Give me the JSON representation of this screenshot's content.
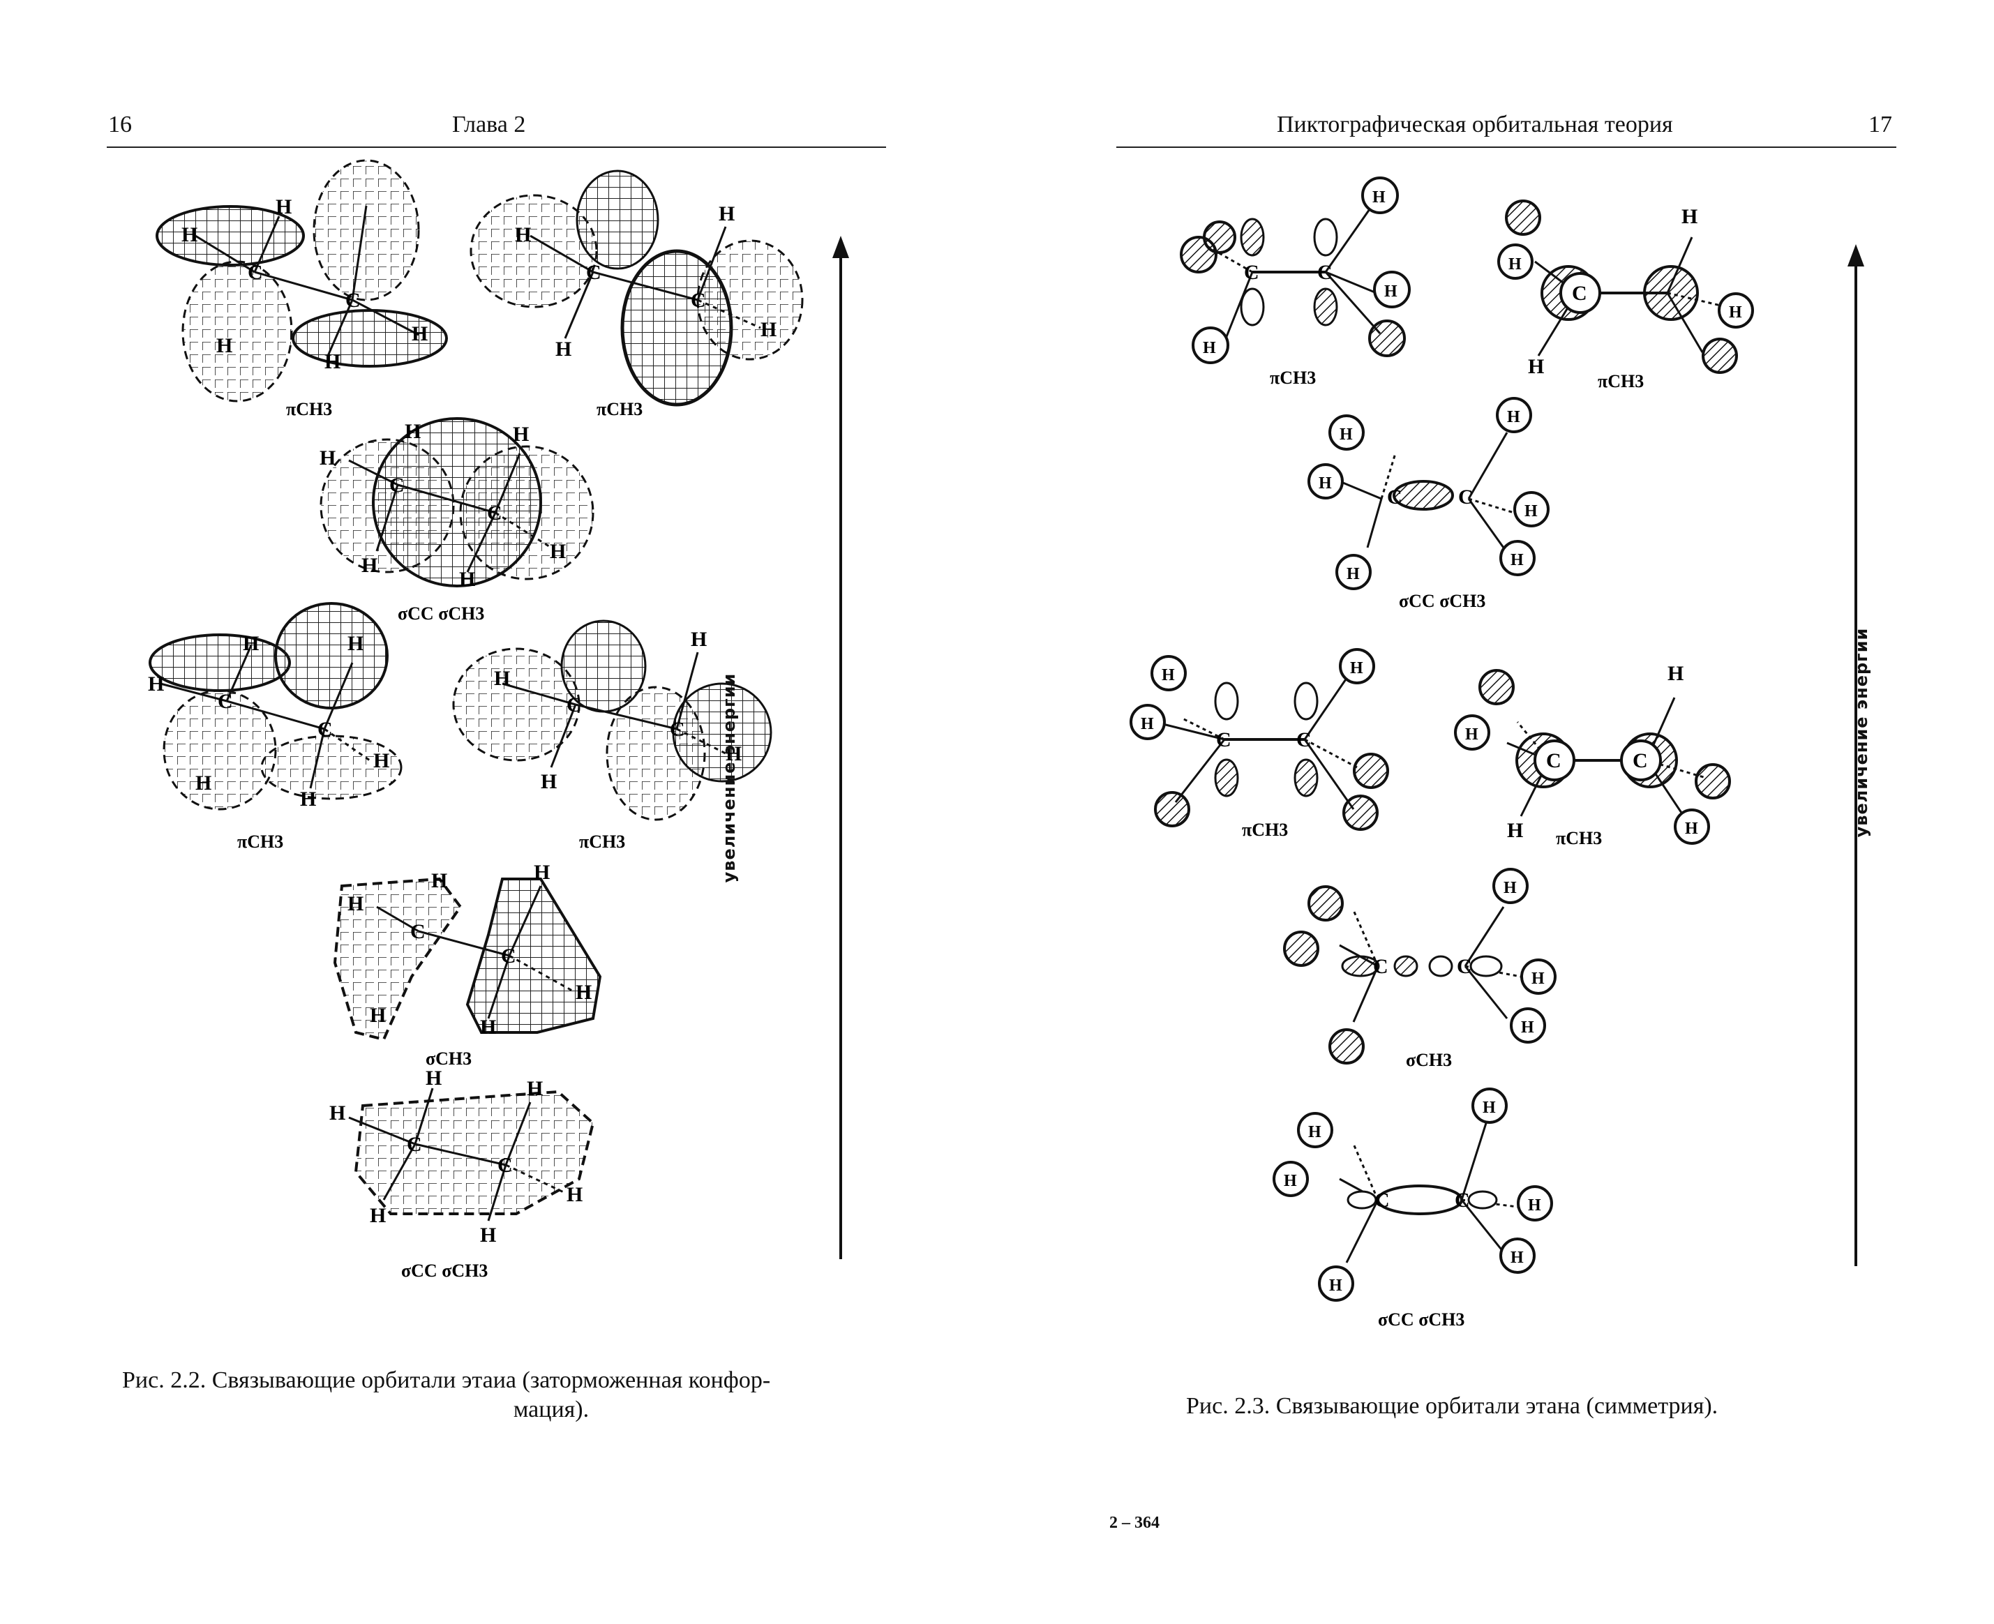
{
  "left_page": {
    "page_number": "16",
    "running_head": "Глава 2",
    "figure_caption_line1": "Рис. 2.2. Связывающие орбитали этаиа (заторможенная конфор-",
    "figure_caption_line2": "мация).",
    "energy_axis_label": "увеличение энергии",
    "molecule_labels": [
      "πCH3",
      "πCH3",
      "σCC σCH3",
      "πCH3",
      "πCH3",
      "σCH3",
      "σCC σCH3"
    ]
  },
  "right_page": {
    "page_number": "17",
    "running_head": "Пиктографическая орбитальная теория",
    "figure_caption": "Рис. 2.3. Связывающие орбитали этана (симметрия).",
    "energy_axis_label": "увеличение энергии",
    "molecule_labels": [
      "πCH3",
      "πCH3",
      "σCC σCH3",
      "πCH3",
      "πCH3",
      "σCH3",
      "σCC σCH3"
    ]
  },
  "footer_signature": "2 – 364",
  "atom_symbols": {
    "hydrogen": "H",
    "carbon": "C"
  }
}
